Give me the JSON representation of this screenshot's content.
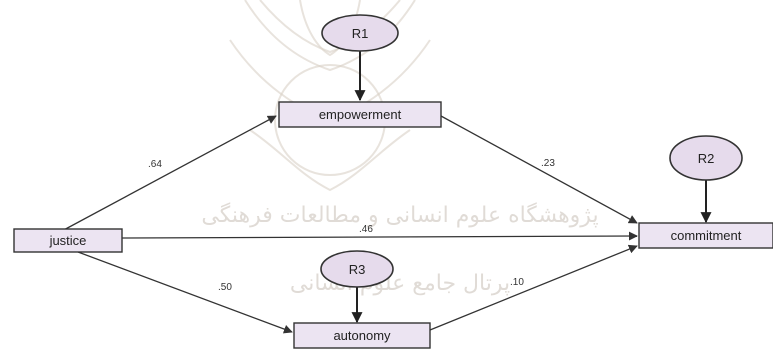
{
  "diagram": {
    "nodes": {
      "justice": "justice",
      "empowerment": "empowerment",
      "autonomy": "autonomy",
      "commitment": "commitment"
    },
    "errors": {
      "r1": "R1",
      "r2": "R2",
      "r3": "R3"
    },
    "coefficients": {
      "justice_empowerment": ".64",
      "empowerment_commitment": ".23",
      "justice_commitment": ".46",
      "justice_autonomy": ".50",
      "autonomy_commitment": ".10"
    }
  },
  "watermark": {
    "line1": "پژوهشگاه علوم انسانی و مطالعات فرهنگی",
    "line2": "پرتال جامع علوم انسانی",
    "logo": "research-institute-logo"
  }
}
